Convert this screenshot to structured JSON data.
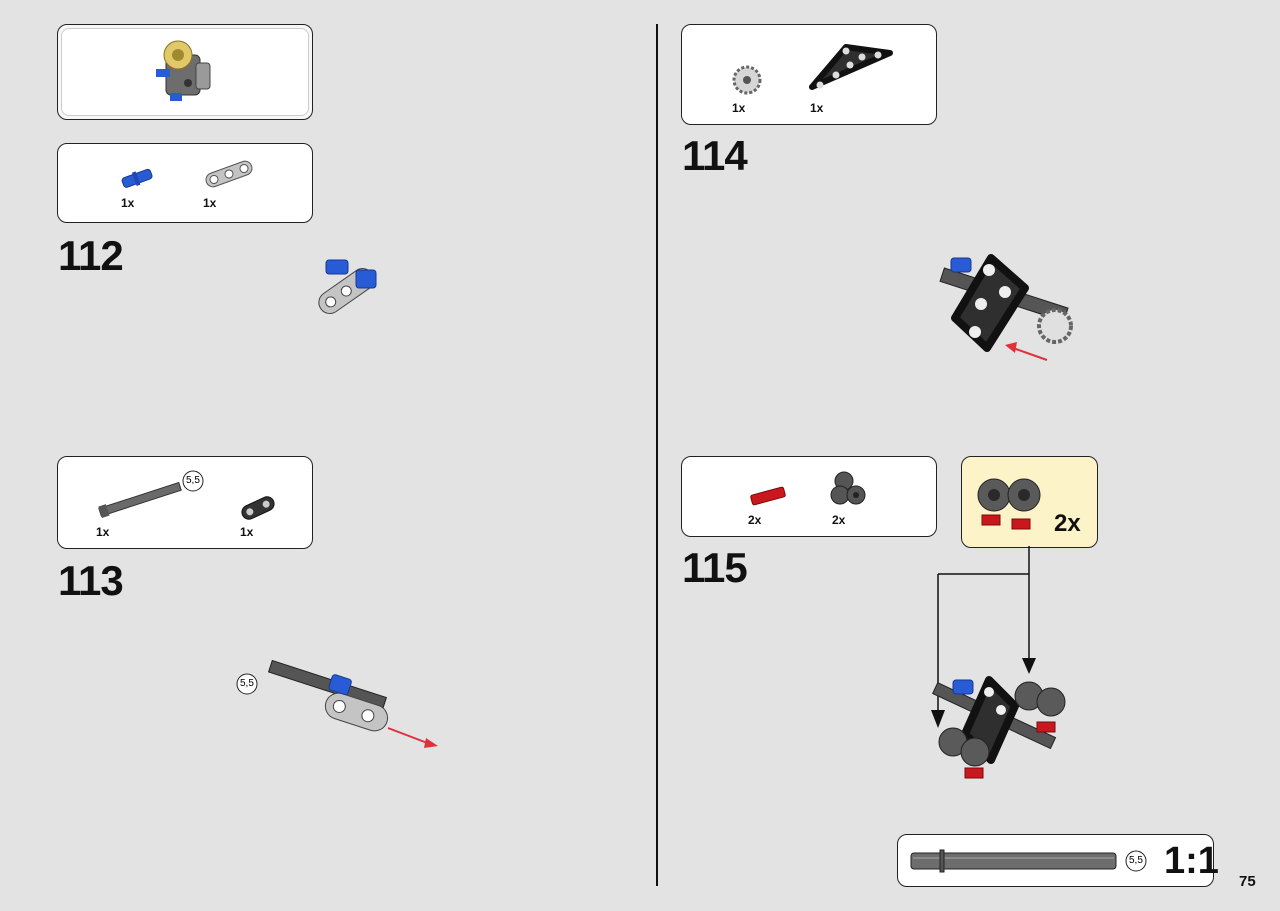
{
  "steps": {
    "s112": {
      "number": "112",
      "parts": [
        {
          "qty": "1x",
          "icon": "blue-pin-icon"
        },
        {
          "qty": "1x",
          "icon": "gray-beam-icon"
        }
      ]
    },
    "s113": {
      "number": "113",
      "parts": [
        {
          "qty": "1x",
          "icon": "axle-icon",
          "length": "5,5"
        },
        {
          "qty": "1x",
          "icon": "black-beam-icon"
        }
      ]
    },
    "s114": {
      "number": "114",
      "parts": [
        {
          "qty": "1x",
          "icon": "gear-icon"
        },
        {
          "qty": "1x",
          "icon": "triangle-plate-icon"
        }
      ]
    },
    "s115": {
      "number": "115",
      "parts": [
        {
          "qty": "2x",
          "icon": "red-pin-icon"
        },
        {
          "qty": "2x",
          "icon": "pin-connector-icon"
        }
      ],
      "subassembly_count": "2x"
    }
  },
  "annotations": {
    "axle_length_113": "5,5"
  },
  "scale": {
    "length": "5,5",
    "label": "1:1"
  },
  "page_number": "75",
  "colors": {
    "background": "#e3e3e3",
    "highlight": "#fdf3c8",
    "arrow": "#e0303a",
    "blue": "#2a5bd7",
    "red": "#c8181e"
  }
}
